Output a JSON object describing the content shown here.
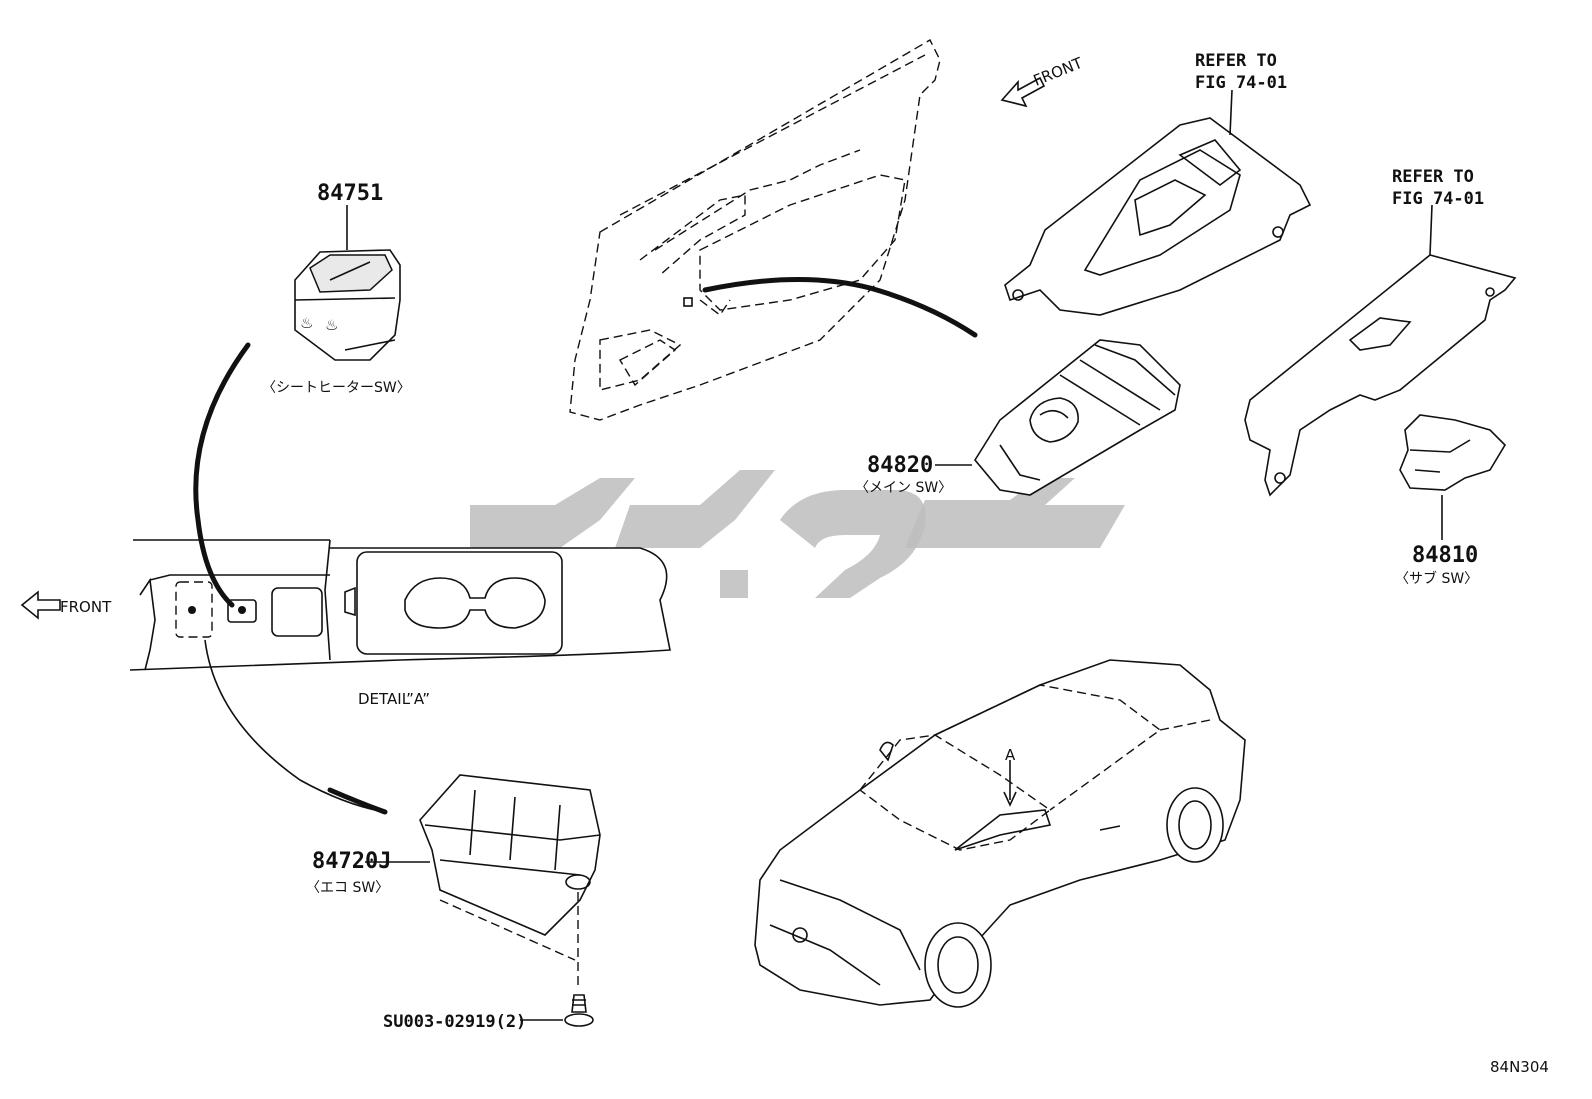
{
  "diagram_id": "84N304",
  "parts": [
    {
      "number": "84751",
      "name": "〈シートヒーターSW〉"
    },
    {
      "number": "84820",
      "name": "〈メイン SW〉"
    },
    {
      "number": "84810",
      "name": "〈サブ SW〉"
    },
    {
      "number": "84720J",
      "name": "〈エコ SW〉"
    },
    {
      "number": "SU003-02919(2)",
      "name": ""
    }
  ],
  "refs": [
    {
      "line1": "REFER TO",
      "line2": "FIG 74-01"
    },
    {
      "line1": "REFER TO",
      "line2": "FIG 74-01"
    }
  ],
  "front_labels": [
    "FRONT",
    "FRONT"
  ],
  "detail_label": "DETAIL”A”",
  "car_callout": "A"
}
